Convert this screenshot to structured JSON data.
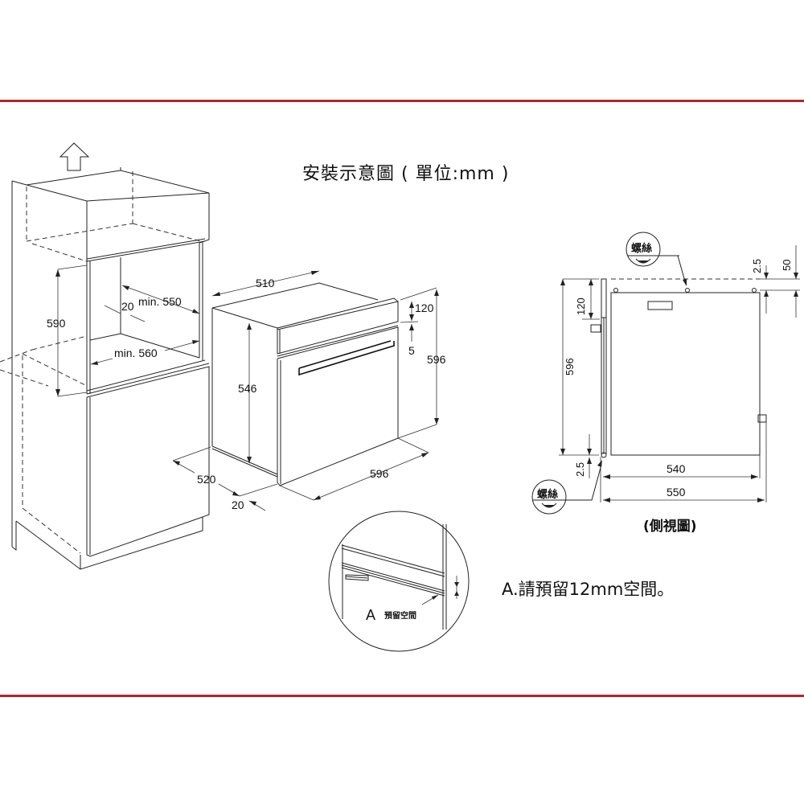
{
  "title": "安裝示意圖 ( 單位:mm )",
  "colors": {
    "accent_line": "#b3262b",
    "drawing": "#222222",
    "background": "#ffffff"
  },
  "cabinet_view": {
    "dimensions": {
      "height_opening": "590",
      "depth_min": "min. 550",
      "width_min": "min. 560",
      "rear_gap": "20"
    },
    "icon": "arrow-up-icon"
  },
  "oven_view": {
    "dimensions": {
      "top_depth": "510",
      "control_panel_height": "120",
      "panel_gap": "5",
      "total_height": "596",
      "body_height": "546",
      "body_depth": "520",
      "front_width": "596",
      "front_offset": "20"
    }
  },
  "detail_view": {
    "label_letter": "A",
    "label_text": "預留空間"
  },
  "side_view": {
    "caption": "(側視圖)",
    "screw_label": "螺絲",
    "dimensions": {
      "top_gap": "2.5",
      "top_offset": "50",
      "panel_height": "120",
      "total_height": "596",
      "bottom_gap": "2.5",
      "body_depth": "540",
      "total_depth": "550"
    }
  },
  "note": "A.請預留12mm空間。"
}
